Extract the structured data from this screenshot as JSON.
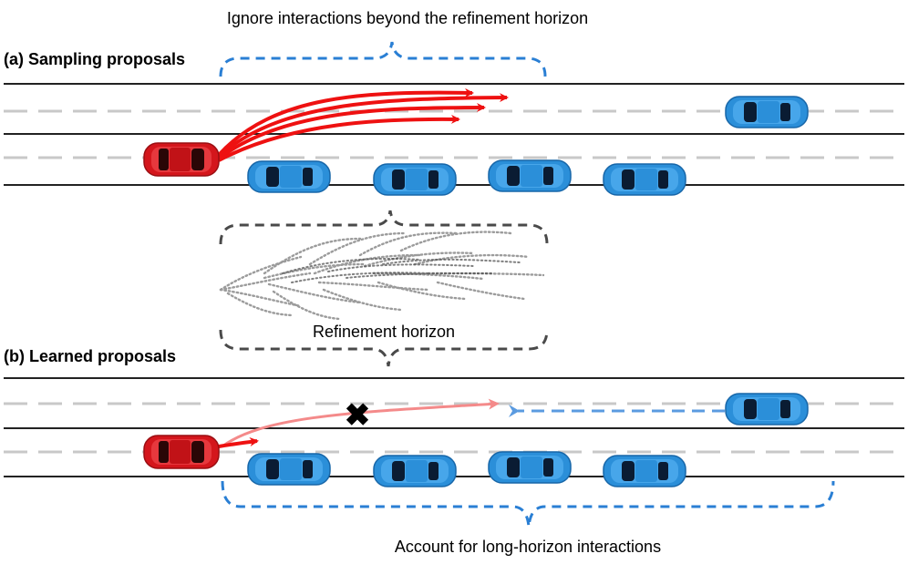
{
  "labels": {
    "top_caption": "Ignore interactions beyond the refinement horizon",
    "panel_a_title": "(a) Sampling proposals",
    "refinement_label": "Refinement horizon",
    "panel_b_title": "(b) Learned proposals",
    "bottom_caption": "Account for long-horizon interactions"
  },
  "colors": {
    "ego_car": "#d4161c",
    "other_car": "#2b8fd9",
    "trajectory_a": "#ee1111",
    "trajectory_b": "#f48a8a",
    "blue_brace": "#2a7fd4",
    "gray_brace": "#4a4a4a",
    "lane_line": "#222222",
    "lane_dash": "#c8c8c8"
  },
  "symbols": {
    "collision_mark": "✖"
  }
}
